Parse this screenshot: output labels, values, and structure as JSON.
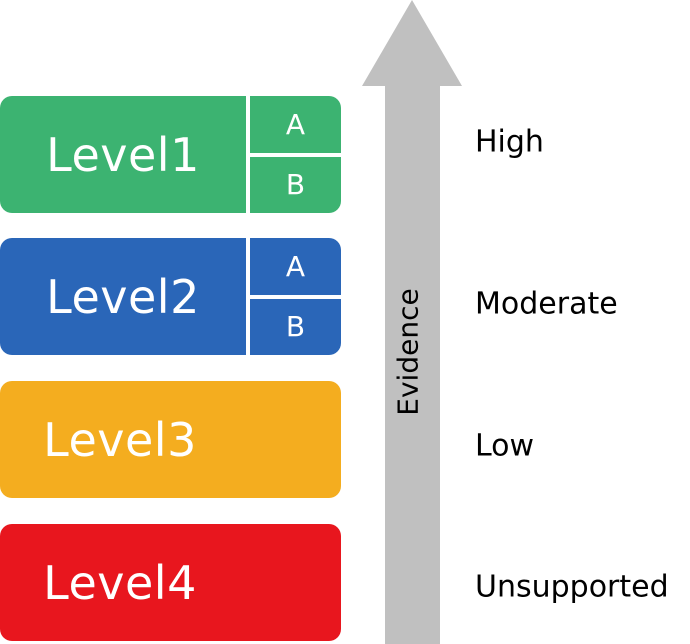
{
  "colors": {
    "level1": "#3cb371",
    "level2": "#2a66b8",
    "level3": "#f4ad1f",
    "level4": "#e8161e",
    "arrow": "#c0c0c0"
  },
  "levels": [
    {
      "name": "Level1",
      "sub": [
        "A",
        "B"
      ]
    },
    {
      "name": "Level2",
      "sub": [
        "A",
        "B"
      ]
    },
    {
      "name": "Level3"
    },
    {
      "name": "Level4"
    }
  ],
  "axis": {
    "label": "Evidence"
  },
  "grades": [
    "High",
    "Moderate",
    "Low",
    "Unsupported"
  ]
}
